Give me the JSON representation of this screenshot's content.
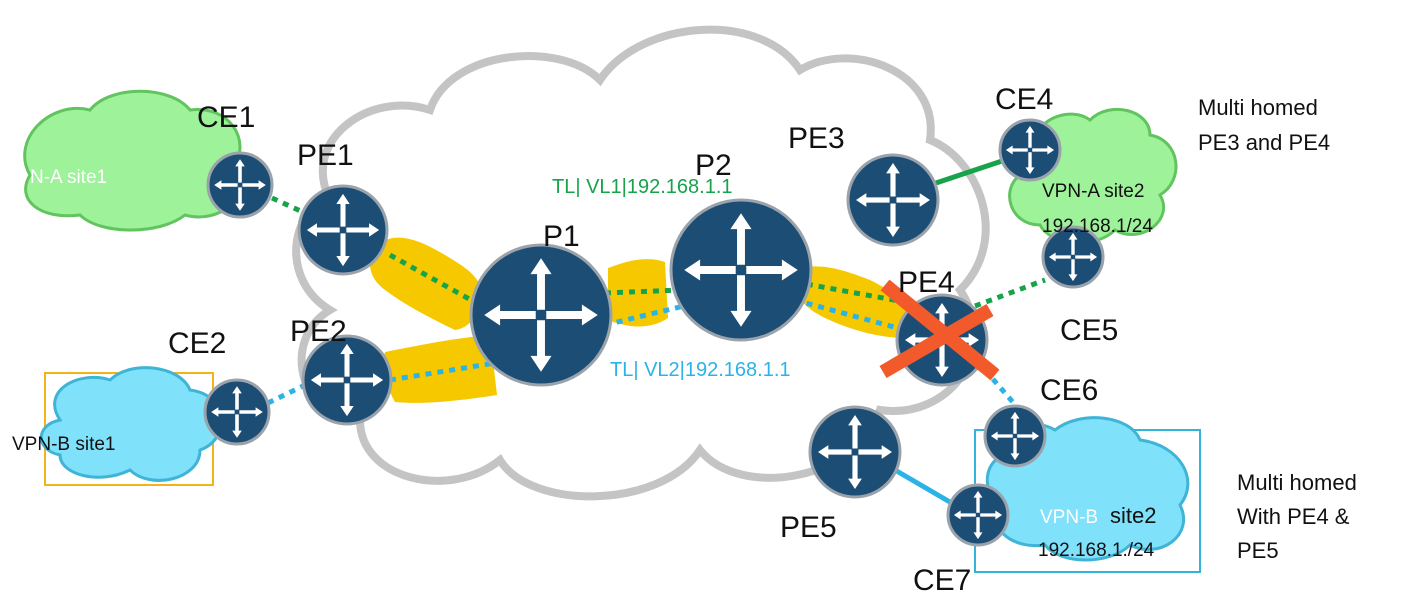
{
  "colors": {
    "router_fill": "#1c4d74",
    "router_stroke": "#9aa3ab",
    "core_cloud_stroke": "#c4c4c4",
    "green_cloud": "#9df29a",
    "green_cloud_stroke": "#62c45e",
    "blue_cloud": "#7fe1fa",
    "blue_cloud_stroke": "#3fb4d6",
    "tunnel": "#f6c800",
    "green_link": "#16a34a",
    "blue_link": "#2bb3e8",
    "failure_x": "#f35a2b",
    "box_orange": "#f5b31b",
    "box_blue": "#33b4dc"
  },
  "routers": {
    "ce1": "CE1",
    "ce2": "CE2",
    "ce4": "CE4",
    "ce5": "CE5",
    "ce6": "CE6",
    "ce7": "CE7",
    "pe1": "PE1",
    "pe2": "PE2",
    "pe3": "PE3",
    "pe4": "PE4",
    "pe5": "PE5",
    "p1": "P1",
    "p2": "P2"
  },
  "sites": {
    "vpn_a_site1": "N-A site1",
    "vpn_b_site1": "VPN-B site1",
    "vpn_a_site2": "VPN-A site2",
    "vpn_a_site2_prefix": "192.168.1/24",
    "vpn_b_site2_prefix_word": "VPN-B",
    "vpn_b_site2_word": "site2",
    "vpn_b_site2_prefix": "192.168.1./24"
  },
  "tunnels": {
    "green_label": "TL| VL1|192.168.1.1",
    "blue_label": "TL| VL2|192.168.1.1"
  },
  "notes": {
    "multihomed_a_line1": "Multi homed",
    "multihomed_a_line2": "PE3 and PE4",
    "multihomed_b_line1": "Multi homed",
    "multihomed_b_line2": "With PE4 &",
    "multihomed_b_line3": "PE5"
  }
}
